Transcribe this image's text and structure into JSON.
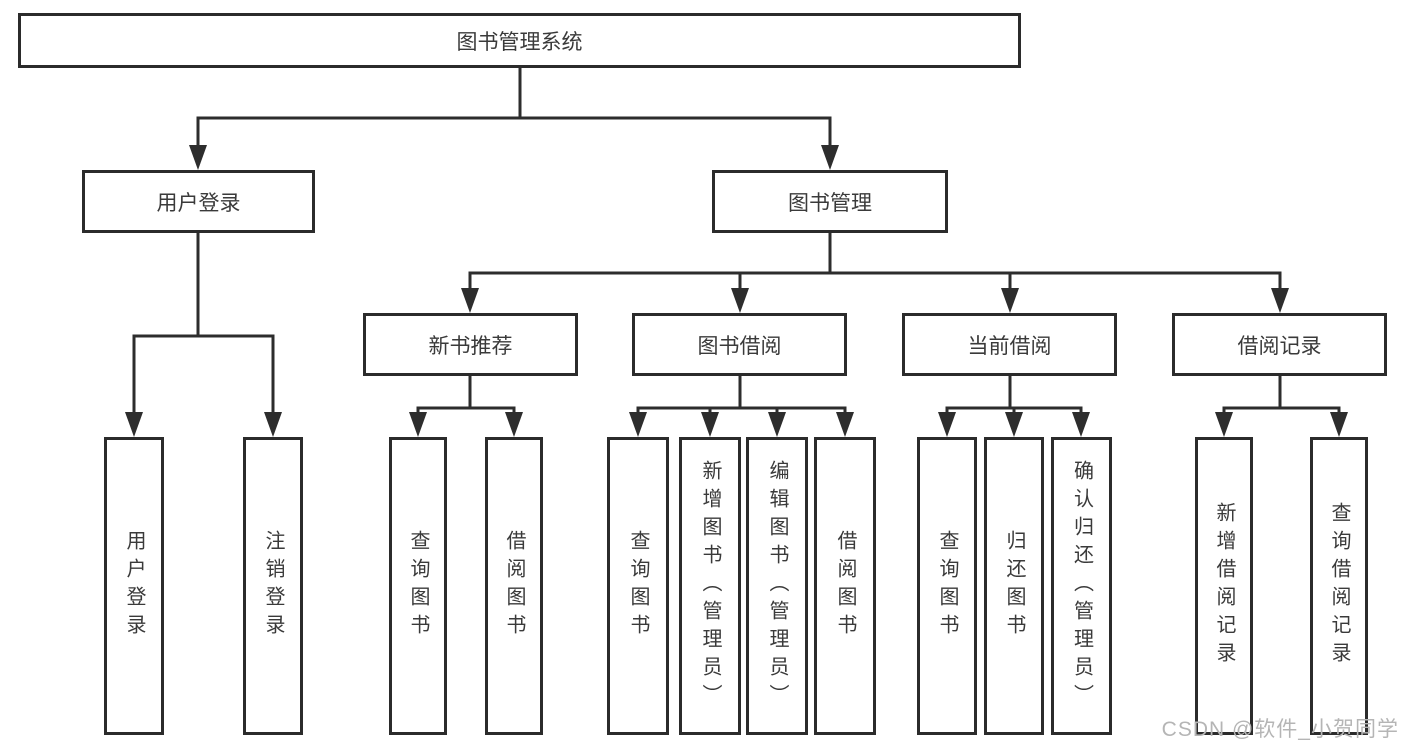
{
  "title": "图书管理系统",
  "tree": {
    "root": {
      "label": "图书管理系统"
    },
    "branches": [
      {
        "label": "用户登录",
        "leaves": [
          {
            "label": "用户登录"
          },
          {
            "label": "注销登录"
          }
        ]
      },
      {
        "label": "图书管理",
        "groups": [
          {
            "label": "新书推荐",
            "leaves": [
              {
                "label": "查询图书"
              },
              {
                "label": "借阅图书"
              }
            ]
          },
          {
            "label": "图书借阅",
            "leaves": [
              {
                "label": "查询图书"
              },
              {
                "label": "新增图书（管理员）"
              },
              {
                "label": "编辑图书（管理员）"
              },
              {
                "label": "借阅图书"
              }
            ]
          },
          {
            "label": "当前借阅",
            "leaves": [
              {
                "label": "查询图书"
              },
              {
                "label": "归还图书"
              },
              {
                "label": "确认归还（管理员）"
              }
            ]
          },
          {
            "label": "借阅记录",
            "leaves": [
              {
                "label": "新增借阅记录"
              },
              {
                "label": "查询借阅记录"
              }
            ]
          }
        ]
      }
    ]
  },
  "watermark": {
    "text": "CSDN @软件_小贺同学"
  },
  "colors": {
    "line": "#2d2d2d",
    "box_border": "#2b2b2b",
    "text": "#3a3a3a",
    "background": "#ffffff",
    "watermark": "#b5b5b5"
  }
}
